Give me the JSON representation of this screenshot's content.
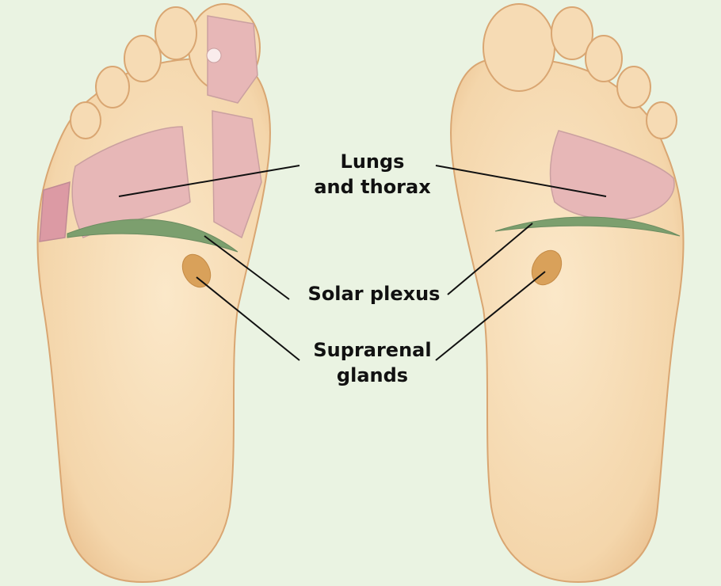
{
  "labels": {
    "lungs": [
      "Lungs",
      "and thorax"
    ],
    "solar_plexus": "Solar plexus",
    "suprarenal": [
      "Suprarenal",
      "glands"
    ]
  },
  "colors": {
    "background": "#eaf3e2",
    "skin": "#f6dbb4",
    "skin_shadow": "#e8bd8a",
    "lung_zone": "#e7b7b7",
    "solar_plexus_zone": "#7c9f6e",
    "suprarenal_zone": "#d9a15a",
    "leader_line": "#111111"
  }
}
